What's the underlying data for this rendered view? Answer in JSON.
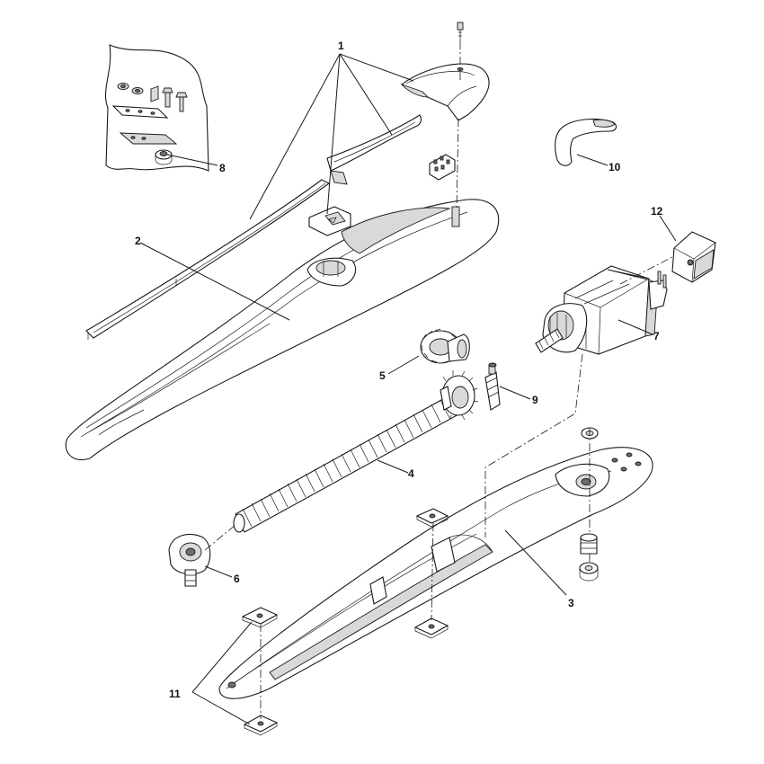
{
  "callouts": {
    "c1": "1",
    "c2": "2",
    "c3": "3",
    "c4": "4",
    "c5": "5",
    "c6": "6",
    "c7": "7",
    "c8": "8",
    "c9": "9",
    "c10": "10",
    "c11": "11",
    "c12": "12"
  },
  "colors": {
    "line": "#1a1a1a",
    "fill_light": "#d9d9d9",
    "fill_dark": "#6e6e6e",
    "background": "#ffffff"
  }
}
